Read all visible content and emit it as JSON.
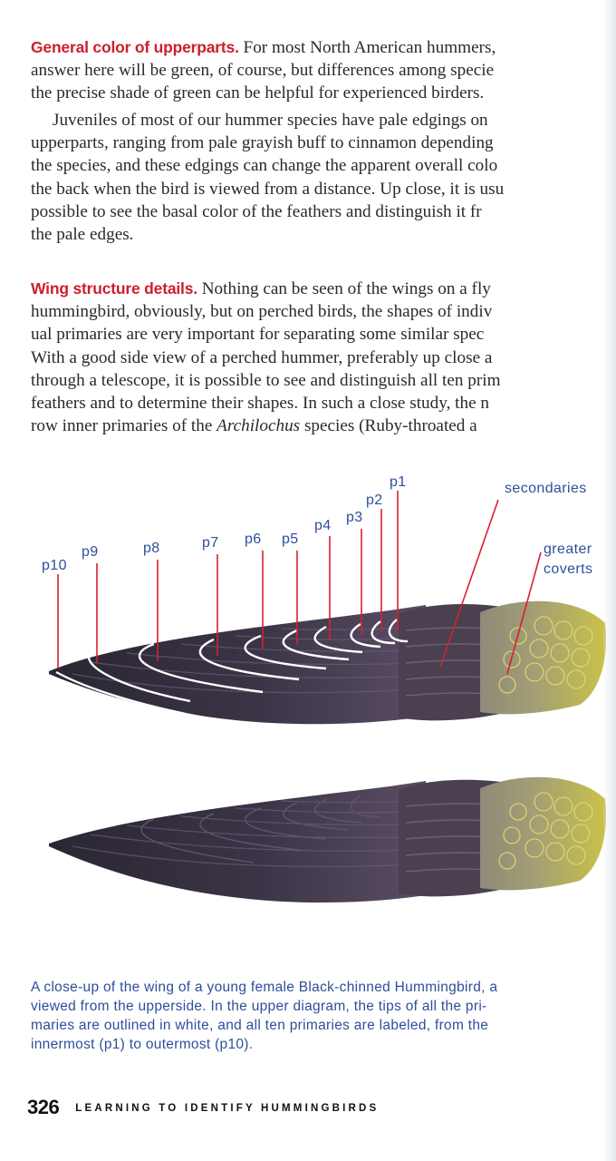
{
  "sections": {
    "general": {
      "heading": "General color of upperparts.",
      "lines": [
        "For most North American hummers,",
        "answer here will be green, of course, but differences among specie",
        "the precise shade of green can be helpful for experienced birders."
      ]
    },
    "juveniles": {
      "lines": [
        "Juveniles of most of our hummer species have pale edgings on",
        "upperparts, ranging from pale grayish buff to cinnamon depending",
        "the species, and these edgings can change the apparent overall colo",
        "the back when the bird is viewed from a distance. Up close, it is usu",
        "possible to see the basal color of the feathers and distinguish it fr",
        "the pale edges."
      ]
    },
    "wing": {
      "heading": "Wing structure details.",
      "lines": [
        "Nothing can be seen of the wings on a fly",
        "hummingbird, obviously, but on perched birds, the shapes of indiv",
        "ual primaries are very important for separating some similar spec",
        "With a good side view of a perched hummer, preferably up close a",
        "through a telescope, it is possible to see and distinguish all ten prim",
        "feathers and to determine their shapes. In such a close study, the n"
      ],
      "last_line_before": "row inner primaries of the ",
      "last_line_italic": "Archilochus",
      "last_line_after": " species (Ruby-throated a"
    }
  },
  "figure": {
    "labels": {
      "p1": "p1",
      "p2": "p2",
      "p3": "p3",
      "p4": "p4",
      "p5": "p5",
      "p6": "p6",
      "p7": "p7",
      "p8": "p8",
      "p9": "p9",
      "p10": "p10",
      "secondaries": "secondaries",
      "greater_1": "greater",
      "greater_2": "coverts"
    },
    "colors": {
      "leader": "#d8202d",
      "label": "#2d4f9a",
      "wing_dark": "#2e2a38",
      "wing_purple": "#5a4e66",
      "coverts_olive": "#a49f74",
      "coverts_green": "#c9c24a",
      "tip_outline": "#ffffff"
    }
  },
  "caption": {
    "lines": [
      "A close-up of the wing of a young female Black-chinned Hummingbird, a",
      "viewed from the upperside. In the upper diagram, the tips of all the pri-",
      "maries are outlined in white, and all ten primaries are labeled, from the",
      "innermost (p1) to outermost (p10)."
    ]
  },
  "footer": {
    "page_number": "326",
    "running_head": "LEARNING TO IDENTIFY HUMMINGBIRDS"
  }
}
